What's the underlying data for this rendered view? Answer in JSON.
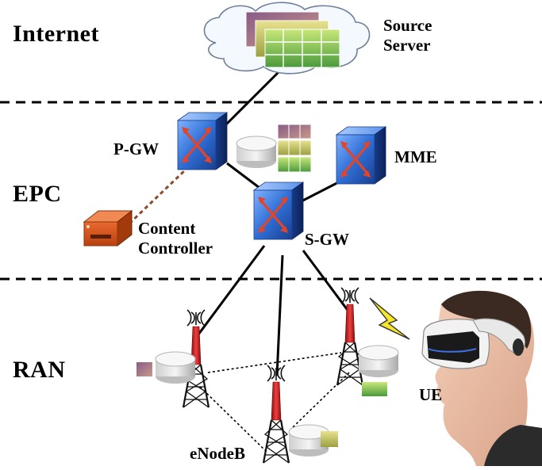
{
  "zones": {
    "internet": "Internet",
    "epc": "EPC",
    "ran": "RAN"
  },
  "nodes": {
    "source_server": [
      "Source",
      "Server"
    ],
    "pgw": "P-GW",
    "mme": "MME",
    "sgw": "S-GW",
    "content_controller": [
      "Content",
      "Controller"
    ],
    "enodeb": "eNodeB",
    "ue": "UE"
  },
  "colors": {
    "switch_blue": "#2f6fd6",
    "switch_arrow": "#e2452a",
    "controller_orange": "#d9541e",
    "control_link": "#8b4a2e",
    "tower_red": "#d42020",
    "lightning": "#f5e52a"
  }
}
